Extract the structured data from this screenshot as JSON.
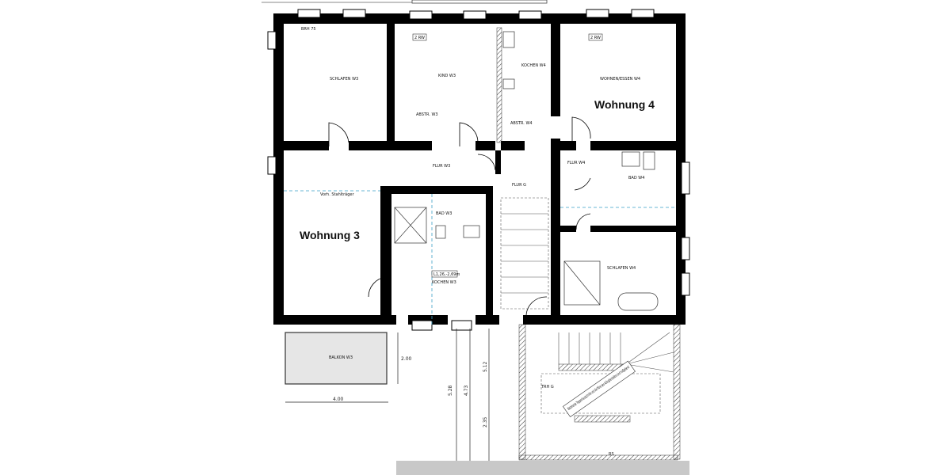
{
  "plan": {
    "apartments": [
      {
        "label": "Wohnung 3"
      },
      {
        "label": "Wohnung 4"
      }
    ],
    "rooms": [
      {
        "name": "SCHLAFEN W3"
      },
      {
        "name": "KIND W3"
      },
      {
        "name": "KOCHEN W4"
      },
      {
        "name": "ABSTR. W3"
      },
      {
        "name": "ABSTR. W4"
      },
      {
        "name": "WOHNEN/ESSEN W4"
      },
      {
        "name": "FLUR W3"
      },
      {
        "name": "FLUR G"
      },
      {
        "name": "FLUR W4"
      },
      {
        "name": "BAD W4"
      },
      {
        "name": "BAD W3"
      },
      {
        "name": "KOCHEN W3"
      },
      {
        "name": "SCHLAFEN W4"
      },
      {
        "name": "BALKON W3"
      },
      {
        "name": "TRH G"
      }
    ],
    "annotations": {
      "radiator_left": "2 RW",
      "radiator_right": "2 RW",
      "beam": "Vorh. Stahlträger",
      "kitchen_tag": "L1,26,-2,69m",
      "window_sill": "BRH 75",
      "stair_note": "Bestehende Treppenhausschnitte und die Pläne des Aufzugherstellers sind maßgebend",
      "rs": "RS"
    },
    "dimensions": {
      "balcony_width": "4.00",
      "balcony_depth": "2.00",
      "d1": "5.28",
      "d2": "4.73",
      "d3": "5.12",
      "d4": "2.35"
    }
  }
}
